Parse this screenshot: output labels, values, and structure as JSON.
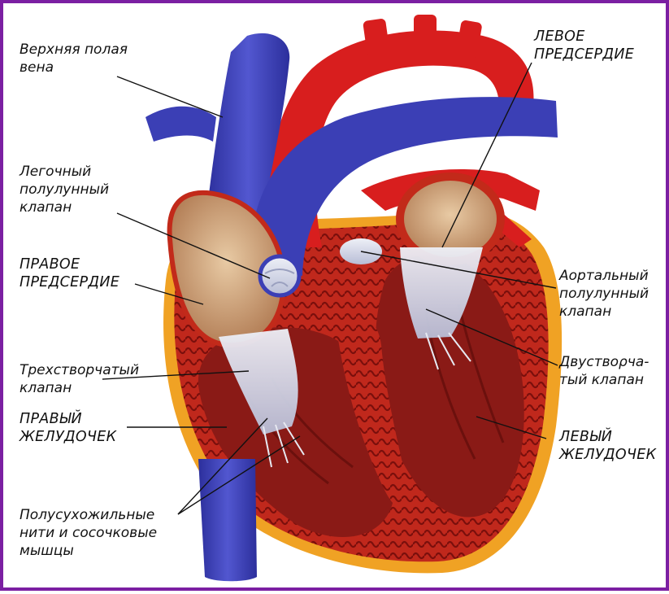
{
  "colors": {
    "border": "#7b1fa2",
    "vein": "#3b3fb5",
    "artery": "#d81e1e",
    "muscle": "#c22a1a",
    "chamber": "#8a1a16",
    "fat": "#f0a224",
    "valve": "#d7dbe8",
    "atrium_wall": "#d9b48e"
  },
  "labels": {
    "svc": "Верхняя полая\nвена",
    "pulmonary_valve": "Легочный\nполулунный\nклапан",
    "right_atrium": "ПРАВОЕ\nПРЕДСЕРДИЕ",
    "tricuspid_valve": "Трехстворчатый\nклапан",
    "right_ventricle": "ПРАВЫЙ\nЖЕЛУДОЧЕК",
    "chordae": "Полусухожильные\nнити и сосочковые\nмышцы",
    "left_atrium": "ЛЕВОЕ\nПРЕДСЕРДИЕ",
    "aortic_valve": "Аортальный\nполулунный\nклапан",
    "mitral_valve": "Двуствορча-\nтый клапан",
    "left_ventricle": "ЛЕВЫЙ\nЖЕЛУДОЧЕК"
  }
}
